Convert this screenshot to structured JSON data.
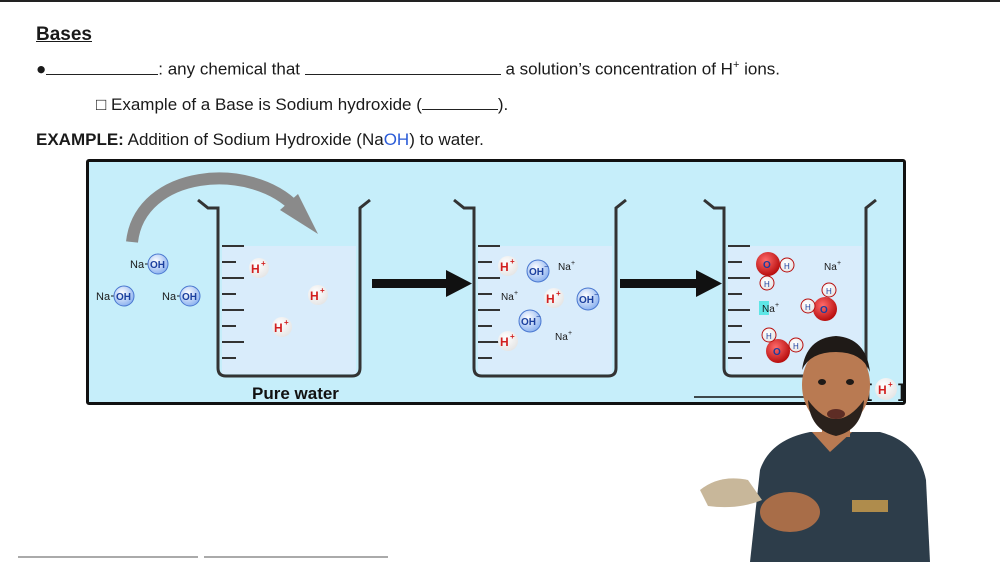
{
  "heading": "Bases",
  "line1": {
    "bullet": "●",
    "part1": ": any chemical that",
    "part2": "a solution’s concentration of H",
    "sup": "+",
    "part3": " ions."
  },
  "line2": {
    "checkbox": "□",
    "text": "Example of a Base is Sodium hydroxide (",
    "close": ")."
  },
  "line3": {
    "label": "EXAMPLE:",
    "text1": " Addition of Sodium Hydroxide (Na",
    "oh": "OH",
    "text2": ") to water."
  },
  "diagram": {
    "pure_water_label": "Pure water",
    "na_oh_na": "Na",
    "na_oh_oh": "OH",
    "h_plus": "H",
    "plus": "+",
    "oh_minus": "OH",
    "minus": "−",
    "na_plus": "Na",
    "water_o": "O",
    "water_h": "H",
    "conc_bracket_open": "[",
    "conc_bracket_close": "]"
  },
  "colors": {
    "panel_bg": "#c6eefa",
    "ion_red": "#d21f1f",
    "ion_blue": "#2a5bd7",
    "water_fill": "#d9ecfb"
  }
}
